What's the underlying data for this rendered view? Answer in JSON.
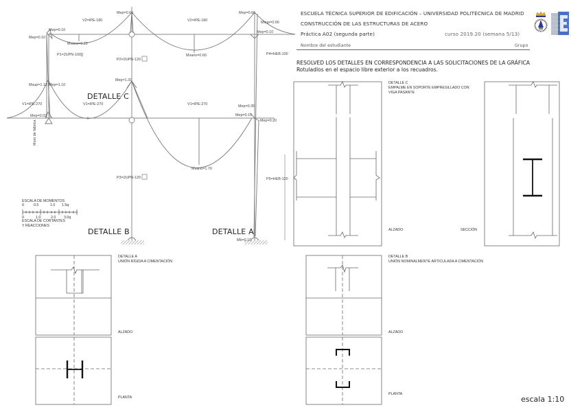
{
  "header": {
    "school": "ESCUELA TÉCNICA SUPERIOR DE EDIFICACIÓN – UNIVERSIDAD POLITÉCNICA DE MADRID",
    "course": "CONSTRUCCIÓN DE LAS ESTRUCTURAS DE ACERO",
    "practice": "Práctica A02 (segunda parte)",
    "term": "curso 2019.20 (semana 5/13)",
    "student_name_label": "Nombre del estudiante",
    "group_label": "Grupo",
    "logos": [
      "university-crest-icon",
      "edificacion-e-logo"
    ]
  },
  "instructions": {
    "line1": "RESOLVED LOS DETALLES EN CORRESPONDENCIA A LAS SOLICITACIONES DE LA GRÁFICA",
    "line2": "Rotuladlos en el espacio libre exterior a los recuadros."
  },
  "frame": {
    "beams": {
      "v2_left": "V2=IPE-180",
      "v2_right": "V2=IPE-180",
      "v1_left": "V1=IPE-270",
      "v1_mid": "V1=IPE-270",
      "v1_right": "V1=IPE-270"
    },
    "columns": {
      "p1": "P1=2UPN-100[]",
      "p2": "P2=2UPN-120",
      "p3": "P3=2UPN-120",
      "p4": "P4=HEB-100",
      "p5": "P5=HEB-120"
    },
    "moments": {
      "m_top_mid": "Mep=0.66",
      "m_top_right": "Mep=0.66",
      "m_top_left_beam": "Mep=0.10",
      "m_top_left_col": "Mep=0.10",
      "m_v2_left_span": "Mvano=0.22",
      "m_v2_right_span": "Mvano=0.60",
      "m_top_right_ext": "Msup=0.56",
      "m_top_right_col": "Mep=0.10",
      "m_left_sup": "Msup=1.13",
      "m_left_ep": "Mep=1.10",
      "m_mid_ep": "Mep=1.31",
      "m_left_base": "Mep=0.03",
      "m_right_ep1": "Mep=0.35",
      "m_right_ep2": "Mep=0.15",
      "m_right_ep3": "Mep=0.20",
      "m_v1_span": "Mvano=1.70",
      "m_base_a": "Mb=0.10"
    },
    "wall_label": "Muro de fábrica",
    "detail_labels": {
      "c": "DETALLE C",
      "b": "DETALLE B",
      "a": "DETALLE A"
    }
  },
  "scale_legend": {
    "moments_title": "ESCALA DE MOMENTOS",
    "moments_ticks": [
      "0",
      "0.5",
      "1.0",
      "1.5q"
    ],
    "shear_ticks": [
      "0",
      "1.0",
      "2.0",
      "3.0q"
    ],
    "shear_title": "ESCALA DE CORTANTES",
    "shear_title2": "Y REACCIONES"
  },
  "detail_c": {
    "title": "DETALLE C",
    "desc1": "EMPALME EN SOPORTE EMPRESILLADO CON",
    "desc2": "VIGA PASANTE",
    "alzado": "ALZADO",
    "seccion": "SECCIÓN"
  },
  "detail_a": {
    "title": "DETALLE A",
    "desc": "UNIÓN RÍGIDA A CIMENTACIÓN",
    "alzado": "ALZADO",
    "planta": "PLANTA"
  },
  "detail_b": {
    "title": "DETALLE B",
    "desc": "UNIÓN NOMINALMENTE ARTICULADA  A CIMENTACIÓN",
    "alzado": "ALZADO",
    "planta": "PLANTA"
  },
  "scale": "escala 1:10",
  "colors": {
    "line": "#777777",
    "thick": "#111111",
    "logo_blue": "#4a6fc9"
  }
}
